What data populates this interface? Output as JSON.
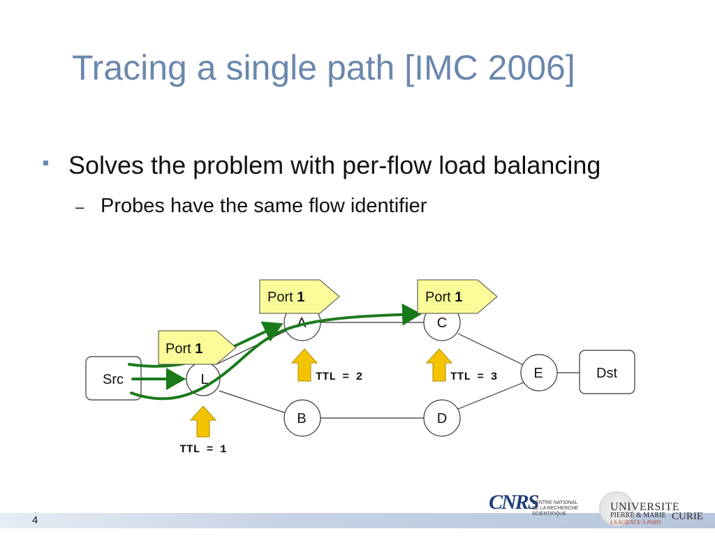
{
  "slide": {
    "title": "Tracing a single path [IMC 2006]",
    "bullet1": "Solves the problem with per-flow load balancing",
    "bullet2": "Probes have the same flow identifier",
    "bullet2_marker": "–",
    "page_number": "4"
  },
  "diagram": {
    "nodes": {
      "src": "Src",
      "dst": "Dst",
      "L": "L",
      "A": "A",
      "B": "B",
      "C": "C",
      "D": "D",
      "E": "E"
    },
    "port_labels": [
      {
        "prefix": "Port ",
        "number": "1"
      },
      {
        "prefix": "Port ",
        "number": "1"
      },
      {
        "prefix": "Port ",
        "number": "1"
      }
    ],
    "ttl_labels": [
      "TTL = 1",
      "TTL = 2",
      "TTL = 3"
    ],
    "colors": {
      "probe_path": "#1a7a1a",
      "ttl_arrow": "#f5c400",
      "port_flag": "#fbfb99",
      "title": "#6a87ad"
    }
  },
  "footer": {
    "cnrs_logo": "CNRS",
    "cnrs_text": [
      "CENTRE NATIONAL",
      "DE LA RECHERCHE",
      "SCIENTIFIQUE"
    ],
    "upmc_line1": "UNIVERSITE",
    "upmc_line2a": "PIERRE & MARIE",
    "upmc_line2b": "CURIE",
    "upmc_line3": "LA SCIENCE À PARIS"
  }
}
